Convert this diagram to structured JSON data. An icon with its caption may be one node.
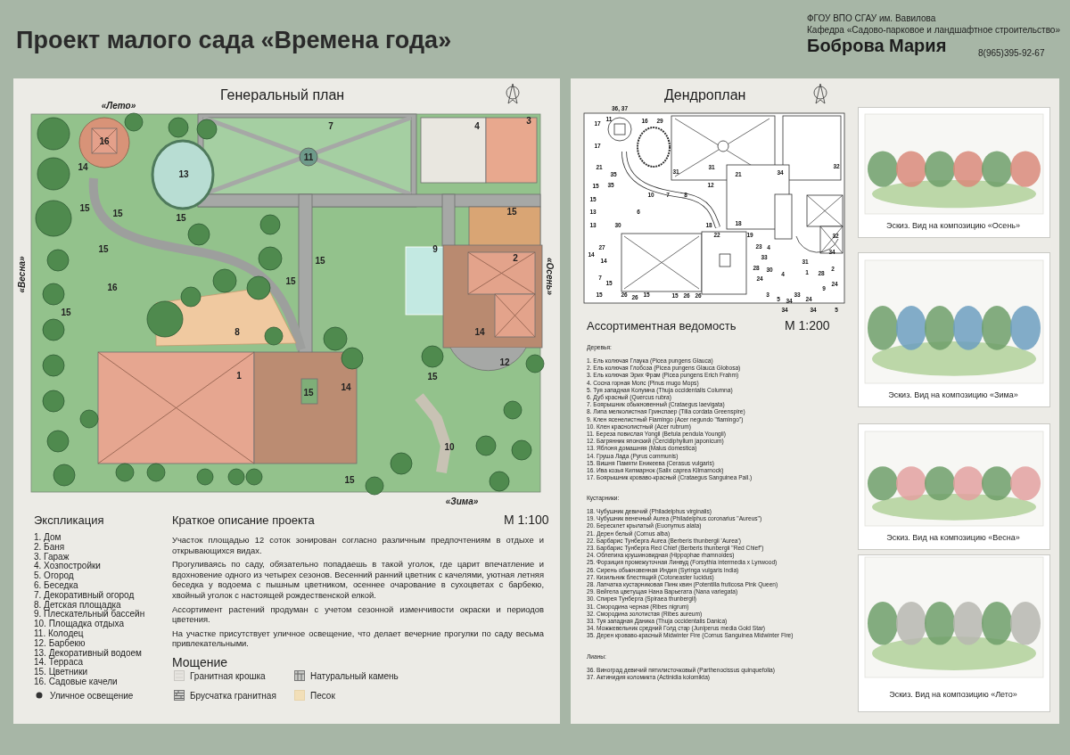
{
  "diagram": {
    "title": "Проект малого сада «Времена года»",
    "labels": [
      "ФГОУ ВПО СГАУ им. Вавилова",
      "Кафедра «Садово-парковое и ландшафтное строительство»",
      "Боброва Мария",
      "8(965)395-92-67",
      "Генеральный план",
      "«Лето»",
      "16",
      "7",
      "4",
      "3",
      "11",
      "14",
      "13",
      "15",
      "15",
      "15",
      "15",
      "15",
      "9",
      "2",
      "«Весна»",
      "«Осень»",
      "16",
      "15",
      "15",
      "15",
      "8",
      "14",
      "12",
      "1",
      "14",
      "15",
      "15",
      "10",
      "15",
      "«Зима»",
      "Экспликация",
      "1. Дом",
      "2. Баня",
      "3. Гараж",
      "4. Хозпостройки",
      "5. Огород",
      "6. Беседка",
      "7. Декоративный огород",
      "8. Детская площадка",
      "9. Плескательный бассейн",
      "10. Площадка отдыха",
      "11. Колодец",
      "12. Барбекю",
      "13. Декоративный водоем",
      "14. Терраса",
      "15. Цветники",
      "16. Садовые качели",
      "Краткое описание проекта",
      "М 1:100",
      "Участок площадью 12 соток зонирован согласно различным предпочтениям в отдыхе и открывающихся видах.",
      "Прогуливаясь по саду, обязательно попадаешь в такой уголок, где царит впечатление и вдохновение одного из четырех сезонов. Весенний ранний цветник с качелями, уютная летняя беседка у водоема с пышным цветником, осеннее очарование в сухоцветах с барбекю, хвойный уголок с настоящей рождественской елкой.",
      "Ассортимент растений продуман с учетом сезонной изменчивости окраски и периодов цветения.",
      "На участке присутствует уличное освещение, что делает вечерние прогулки по саду весьма привлекательными.",
      "Мощение",
      "Дендроплан",
      "36, 37",
      "17",
      "11",
      "16",
      "29",
      "17",
      "21",
      "35",
      "31",
      "31",
      "21",
      "34",
      "32",
      "15",
      "35",
      "12",
      "15",
      "10",
      "7",
      "8",
      "13",
      "6",
      "13",
      "30",
      "18",
      "18",
      "22",
      "19",
      "32",
      "27",
      "23",
      "4",
      "14",
      "14",
      "33",
      "31",
      "34",
      "28",
      "30",
      "4",
      "1",
      "28",
      "2",
      "7",
      "15",
      "24",
      "9",
      "24",
      "15",
      "26",
      "26",
      "15",
      "15",
      "26",
      "26",
      "3",
      "5",
      "34",
      "33",
      "24",
      "34",
      "34",
      "5",
      "Ассортиментная ведомость",
      "М 1:200",
      "Деревья:",
      "1. Ель колючая Глаука (Picea pungens Glauca)",
      "2. Ель колючая Глобоза (Picea pungens Glauca Globosa)",
      "3. Ель колючая Эрих Фрам (Picea pungens Erich Frahm)",
      "4. Сосна горная Мопс (Pinus mugo Mops)",
      "5. Туя западная Колумна (Thuja occidentalis Columna)",
      "6. Дуб красный (Quercus rubra)",
      "7. Боярышник обыкновенный (Crataegus laevigata)",
      "8. Липа мелколистная Гринспаер (Tilia cordata Greenspire)",
      "9. Клен ясенелистный Flamingo (Acer negundo \"flamingo\")",
      "10. Клен краснолистный (Acer rubrum)",
      "11. Береза повислая Yongii (Betula pendula Youngii)",
      "12. Багрянник японский (Cercidiphyllum japonicum)",
      "13. Яблоня домашняя (Malus domestica)",
      "14. Груша Лада (Pyrus communis)",
      "15. Вишня Памяти Еникеева (Cerasus vulgaris)",
      "16. Ива козья Килмарнок (Salix caprea Kilmarnock)",
      "17. Боярышник кроваво-красный (Crataegus Sanguinea Pall.)",
      "Кустарники:",
      "18. Чубушник девичий (Philadelphus virginalis)",
      "19. Чубушник венечный Aurea (Philadelphus coronarius \"Aureus\")",
      "20. Бересклет крылатый (Euonymus alata)",
      "21. Дерен белый (Cornus alba)",
      "22. Барбарис Тунберга Aurea (Berberis thunbergii 'Aurea')",
      "23. Барбарис Тунберга Red Chief (Berberis thunbergii \"Red Chief\")",
      "24. Облепиха крушиновидная (Hippophae rhamnoides)",
      "25. Форзиция промежуточная Линвуд (Forsythia intermedia x Lynwood)",
      "26. Сирень обыкновенная Индия (Syringa vulgaris India)",
      "27. Кизильник блестящий (Cotoneaster lucidus)",
      "28. Лапчатка кустарниковая Пинк квин (Potentilla fruticosa Pink Queen)",
      "29. Вейгела цветущая Нана Варьегата (Nana variegata)",
      "30. Спирея Тунберга (Spiraea thunbergii)",
      "31. Смородина черная (Ribes nigrum)",
      "32. Смородина золотистая (Ribes aureum)",
      "33. Туя западная Даника (Thuja occidentalis Danica)",
      "34. Можжевельник средний Голд стар (Juniperus media Gold Star)",
      "35. Дерен кроваво-красный Midwinter Fire (Cornus Sanguinea Midwinter Fire)",
      "Лианы:",
      "36. Виноград девичий пятилисточковый (Parthenocissus quinquefolia)",
      "37. Актинидия коломикта (Actinidia kolomikta)",
      "Эскиз. Вид на композицию «Осень»",
      "Эскиз. Вид на композицию «Зима»",
      "Эскиз. Вид на композицию «Весна»",
      "Эскиз. Вид на композицию «Лето»"
    ],
    "legend": [
      {
        "text": "Уличное освещение"
      },
      {
        "text": "Гранитная крошка"
      },
      {
        "text": "Натуральный камень"
      },
      {
        "text": "Брусчатка гранитная"
      },
      {
        "text": "Песок"
      }
    ]
  }
}
